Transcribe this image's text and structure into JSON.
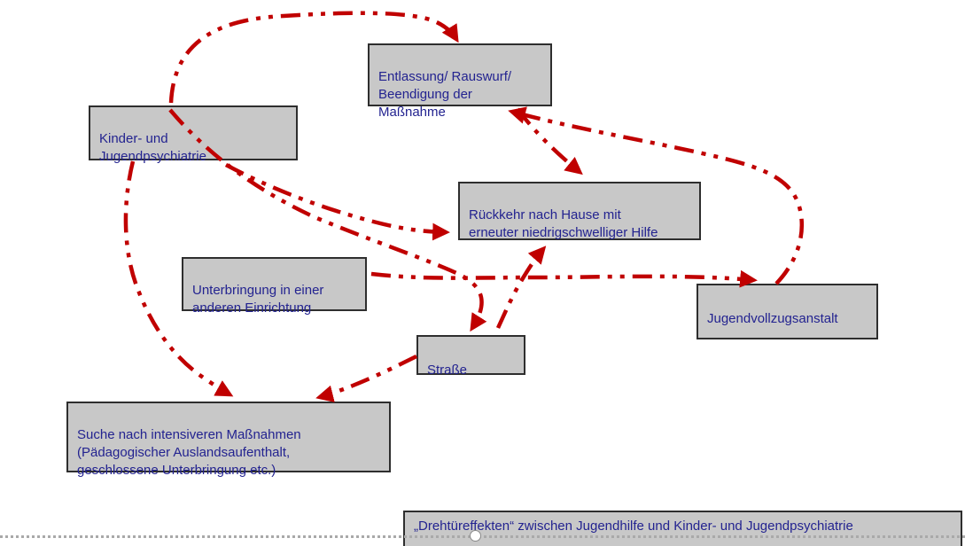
{
  "caption": {
    "text": "„Drehtüreffekten“ zwischen Jugendhilfe und Kinder- und Jugendpsychiatrie"
  },
  "diagram": {
    "nodes": [
      {
        "id": "kinder-jugendpsychiatrie",
        "text": "Kinder- und\nJugendpsychiatrie"
      },
      {
        "id": "entlassung",
        "text": "Entlassung/ Rauswurf/\nBeendigung der\nMaßnahme"
      },
      {
        "id": "rueckkehr-nach-hause",
        "text": "Rückkehr nach Hause mit\nerneuter niedrigschwelliger Hilfe"
      },
      {
        "id": "unterbringung-andere-einrichtung",
        "text": "Unterbringung in einer\nanderen Einrichtung"
      },
      {
        "id": "jugendvollzugsanstalt",
        "text": "Jugendvollzugsanstalt"
      },
      {
        "id": "strasse",
        "text": "Straße"
      },
      {
        "id": "suche-intensivere-massnahmen",
        "text": "Suche nach intensiveren Maßnahmen\n(Pädagogischer Auslandsaufenthalt,\ngeschlossene Unterbringung etc.)"
      }
    ],
    "edges": [
      {
        "from": "kinder-jugendpsychiatrie",
        "to": "entlassung"
      },
      {
        "from": "entlassung",
        "to": "rueckkehr-nach-hause"
      },
      {
        "from": "kinder-jugendpsychiatrie",
        "to": "rueckkehr-nach-hause"
      },
      {
        "from": "kinder-jugendpsychiatrie",
        "to": "strasse"
      },
      {
        "from": "kinder-jugendpsychiatrie",
        "to": "suche-intensivere-massnahmen"
      },
      {
        "from": "unterbringung-andere-einrichtung",
        "to": "jugendvollzugsanstalt"
      },
      {
        "from": "jugendvollzugsanstalt",
        "to": "entlassung"
      },
      {
        "from": "strasse",
        "to": "rueckkehr-nach-hause"
      },
      {
        "from": "strasse",
        "to": "suche-intensivere-massnahmen"
      }
    ]
  },
  "colors": {
    "node_fill": "#c8c8c8",
    "node_border": "#2e2e2e",
    "node_text": "#232390",
    "arrow_red": "#c00000"
  }
}
